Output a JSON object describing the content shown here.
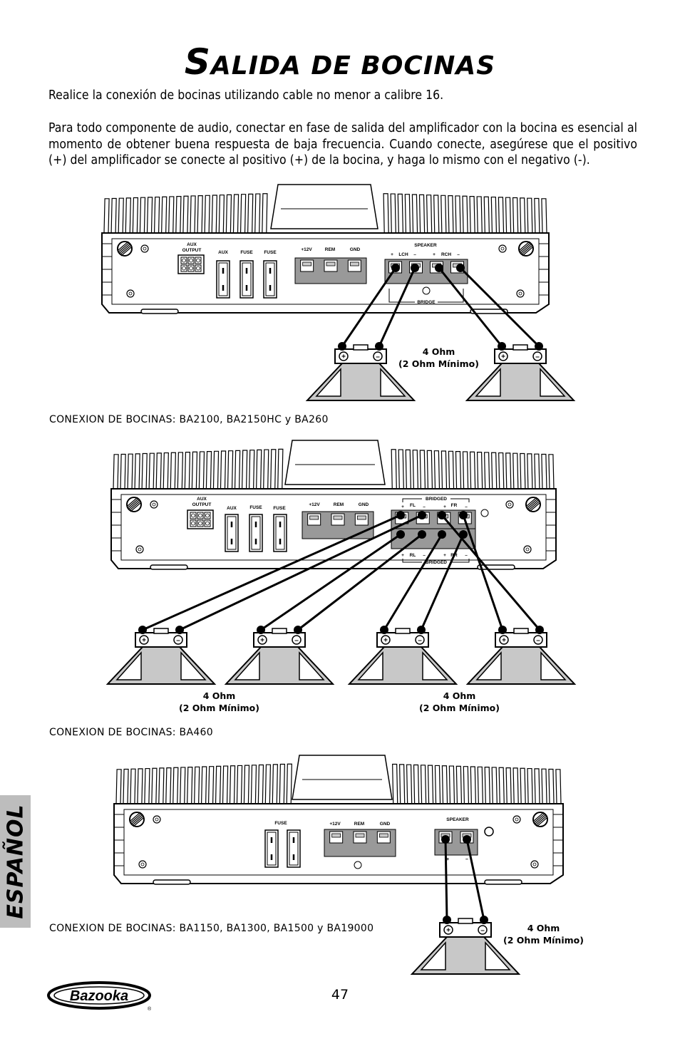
{
  "title": {
    "first": "S",
    "rest": "ALIDA DE BOCINAS"
  },
  "paragraphs": [
    "Realice la conexión de bocinas utilizando cable no menor a calibre 16.",
    "Para todo componente de audio, conectar en fase de salida del amplificador con la bocina es esencial al momento de obtener buena respuesta de baja frecuencia.     Cuando conecte, asegúrese que el positivo (+) del amplificador se conecte al positivo (+) de la bocina, y haga lo mismo con el negativo (-)."
  ],
  "captions": [
    "CONEXION DE BOCINAS: BA2100, BA2150HC y BA260",
    "CONEXION DE BOCINAS: BA460",
    "CONEXION DE BOCINAS: BA1150, BA1300, BA1500 y BA19000"
  ],
  "impedance": {
    "nominal": "4 Ohm",
    "minimum": "(2 Ohm Mínimo)"
  },
  "labels": {
    "aux_output": [
      "AUX",
      "OUTPUT"
    ],
    "aux": "AUX",
    "fuse": "FUSE",
    "v12": "+12V",
    "rem": "REM",
    "gnd": "GND",
    "speaker": "SPEAKER",
    "bridge": "BRIDGE",
    "bridged": "BRIDGED",
    "lch": "LCH",
    "rch": "RCH",
    "fl": "FL",
    "fr": "FR",
    "rl": "RL",
    "rr": "RR",
    "plus": "+",
    "minus": "–"
  },
  "side_tab": "ESPAÑOL",
  "logo": "Bazooka",
  "page_number": "47"
}
